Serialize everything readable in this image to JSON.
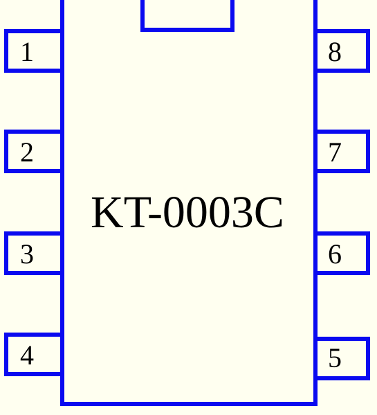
{
  "component": {
    "part_name": "KT-0003C"
  },
  "pins": {
    "left": [
      "1",
      "2",
      "3",
      "4"
    ],
    "right": [
      "8",
      "7",
      "6",
      "5"
    ]
  },
  "colors": {
    "background": "#FFFFF0",
    "outline": "#0A0AF0",
    "text": "#000000"
  }
}
